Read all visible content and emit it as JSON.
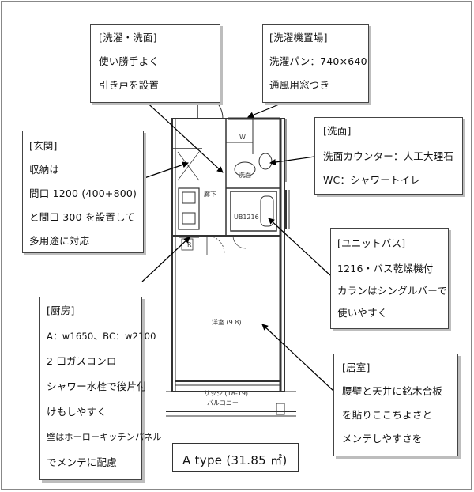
{
  "callouts": {
    "laundry_wash": {
      "lines": [
        "[洗濯・洗面]",
        "使い勝手よく",
        "引き戸を設置"
      ]
    },
    "laundry_place": {
      "lines": [
        "[洗濯機置場]",
        "洗濯パン：740×640",
        "通風用窓つき"
      ]
    },
    "entrance": {
      "lines": [
        "[玄関]",
        "収納は",
        "間口 1200 (400+800)",
        "と間口 300 を設置して",
        "多用途に対応"
      ]
    },
    "washroom": {
      "lines": [
        "[洗面]",
        "洗面カウンター：人工大理石",
        "WC：シャワートイレ"
      ]
    },
    "unit_bath": {
      "lines": [
        "[ユニットバス]",
        "1216・バス乾燥機付",
        "カランはシングルバーで",
        "使いやすく"
      ]
    },
    "kitchen": {
      "lines": [
        "[厨房]",
        "A：w1650、BC：w2100",
        "2 口ガスコンロ",
        "シャワー水栓で後片付",
        "けもしやすく",
        "壁はホーローキッチンパネル",
        "でメンテに配慮"
      ]
    },
    "living": {
      "lines": [
        "[居室]",
        "腰壁と天井に銘木合板",
        "を貼りここちよさと",
        "メンテしやすさを"
      ]
    }
  },
  "plan_labels": {
    "wash": "洗面",
    "hall": "廊下",
    "bath": "UB1216",
    "room": "洋室 (9.8)",
    "sash": "サッシ (18-19)",
    "balcony": "バルコニー",
    "w": "W",
    "r": "R"
  },
  "caption": {
    "text": "A type (31.85 ㎡)"
  }
}
